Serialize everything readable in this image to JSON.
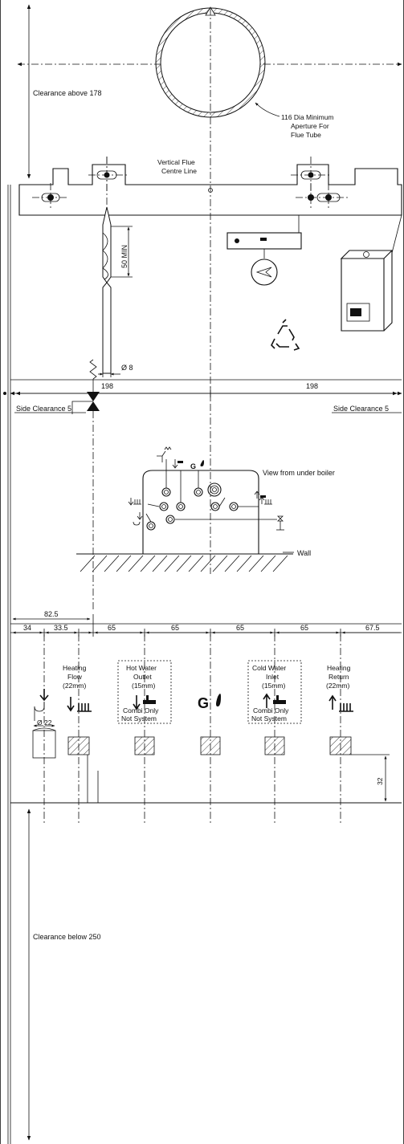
{
  "top": {
    "clearance_above": "Clearance above 178",
    "aperture_line1": "116 Dia Minimum",
    "aperture_line2": "Aperture For",
    "aperture_line3": "Flue Tube",
    "flue_line1": "Vertical Flue",
    "flue_line2": "Centre Line",
    "drill_depth": "50 MIN",
    "drill_dia": "Ø 8",
    "dim_left": "198",
    "dim_right": "198",
    "side_left": "Side Clearance 5",
    "side_right": "Side Clearance 5"
  },
  "middle": {
    "view_label": "View from under boiler",
    "wall_label": "Wall",
    "top_symbols": "G"
  },
  "bottom": {
    "dims": [
      "34",
      "33.5",
      "65",
      "65",
      "65",
      "65",
      "67.5"
    ],
    "dim_overall": "82.5",
    "dim_vertical": "32",
    "dia_22": "Ø 22",
    "heating_flow": [
      "Heating",
      "Flow",
      "(22mm)"
    ],
    "hot_water": [
      "Hot Water",
      "Outlet",
      "(15mm)"
    ],
    "hot_note": [
      "Combi Only",
      "Not System"
    ],
    "gas_symbol": "G",
    "cold_water": [
      "Cold Water",
      "Inlet",
      "(15mm)"
    ],
    "cold_note": [
      "Combi Only",
      "Not System"
    ],
    "heating_return": [
      "Heating",
      "Return",
      "(22mm)"
    ],
    "clearance_below": "Clearance below 250"
  }
}
